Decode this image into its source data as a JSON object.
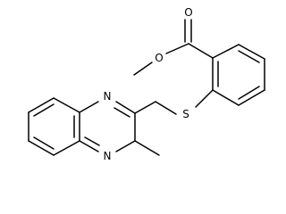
{
  "molecule": {
    "atoms": [
      {
        "id": "o-carbonyl",
        "label": "O"
      },
      {
        "id": "o-ester",
        "label": "O"
      },
      {
        "id": "s-thioether",
        "label": "S"
      },
      {
        "id": "n-upper",
        "label": "N"
      },
      {
        "id": "n-lower",
        "label": "N"
      }
    ]
  }
}
